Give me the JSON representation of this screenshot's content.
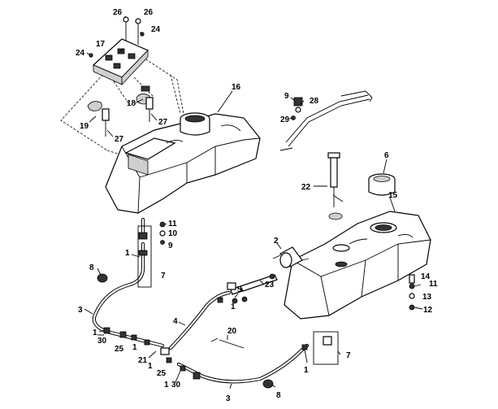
{
  "callouts": [
    {
      "text": "26"
    },
    {
      "text": "26"
    },
    {
      "text": "24"
    },
    {
      "text": "17"
    },
    {
      "text": "24"
    },
    {
      "text": "16"
    },
    {
      "text": "18"
    },
    {
      "text": "19"
    },
    {
      "text": "27"
    },
    {
      "text": "27"
    },
    {
      "text": "9"
    },
    {
      "text": "28"
    },
    {
      "text": "29"
    },
    {
      "text": "6"
    },
    {
      "text": "22"
    },
    {
      "text": "15"
    },
    {
      "text": "11"
    },
    {
      "text": "10"
    },
    {
      "text": "9"
    },
    {
      "text": "2"
    },
    {
      "text": "1"
    },
    {
      "text": "8"
    },
    {
      "text": "7"
    },
    {
      "text": "23"
    },
    {
      "text": "5"
    },
    {
      "text": "1"
    },
    {
      "text": "14"
    },
    {
      "text": "11"
    },
    {
      "text": "13"
    },
    {
      "text": "12"
    },
    {
      "text": "3"
    },
    {
      "text": "4"
    },
    {
      "text": "20"
    },
    {
      "text": "1"
    },
    {
      "text": "30"
    },
    {
      "text": "25"
    },
    {
      "text": "1"
    },
    {
      "text": "21"
    },
    {
      "text": "1"
    },
    {
      "text": "25"
    },
    {
      "text": "1"
    },
    {
      "text": "30"
    },
    {
      "text": "3"
    },
    {
      "text": "8"
    },
    {
      "text": "7"
    },
    {
      "text": "1"
    }
  ]
}
